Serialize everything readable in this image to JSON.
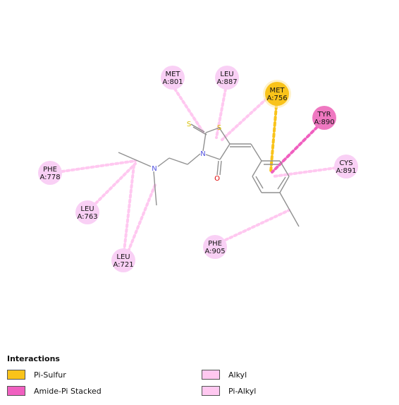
{
  "residues": [
    {
      "id": "met801",
      "name": "MET",
      "num": "A:801",
      "type": "alkyl"
    },
    {
      "id": "leu887",
      "name": "LEU",
      "num": "A:887",
      "type": "alkyl"
    },
    {
      "id": "met756",
      "name": "MET",
      "num": "A:756",
      "type": "pi_sulfur"
    },
    {
      "id": "tyr890",
      "name": "TYR",
      "num": "A:890",
      "type": "amide_pi"
    },
    {
      "id": "cys891",
      "name": "CYS",
      "num": "A:891",
      "type": "alkyl"
    },
    {
      "id": "phe778",
      "name": "PHE",
      "num": "A:778",
      "type": "alkyl"
    },
    {
      "id": "leu763",
      "name": "LEU",
      "num": "A:763",
      "type": "alkyl"
    },
    {
      "id": "leu721",
      "name": "LEU",
      "num": "A:721",
      "type": "alkyl"
    },
    {
      "id": "phe905",
      "name": "PHE",
      "num": "A:905",
      "type": "alkyl"
    }
  ],
  "atoms": {
    "sulfur_thione": "S",
    "sulfur_ring": "S",
    "nitrogen_ring": "N",
    "nitrogen_amine": "N",
    "oxygen": "O"
  },
  "legend": {
    "title": "Interactions",
    "items": [
      {
        "label": "Pi-Sulfur",
        "color": "#f9c31a"
      },
      {
        "label": "Amide-Pi Stacked",
        "color": "#f060c0"
      },
      {
        "label": "Alkyl",
        "color": "#ffc8f0"
      },
      {
        "label": "Pi-Alkyl",
        "color": "#ffc8f0"
      }
    ]
  },
  "colors": {
    "alkyl_node": "#f9d0f5",
    "pi_sulfur_node": "#f9c31a",
    "amide_pi_node": "#ef78c1",
    "bond": "#909090",
    "nitrogen": "#5050e0",
    "oxygen": "#e00000",
    "sulfur": "#d8c000"
  }
}
